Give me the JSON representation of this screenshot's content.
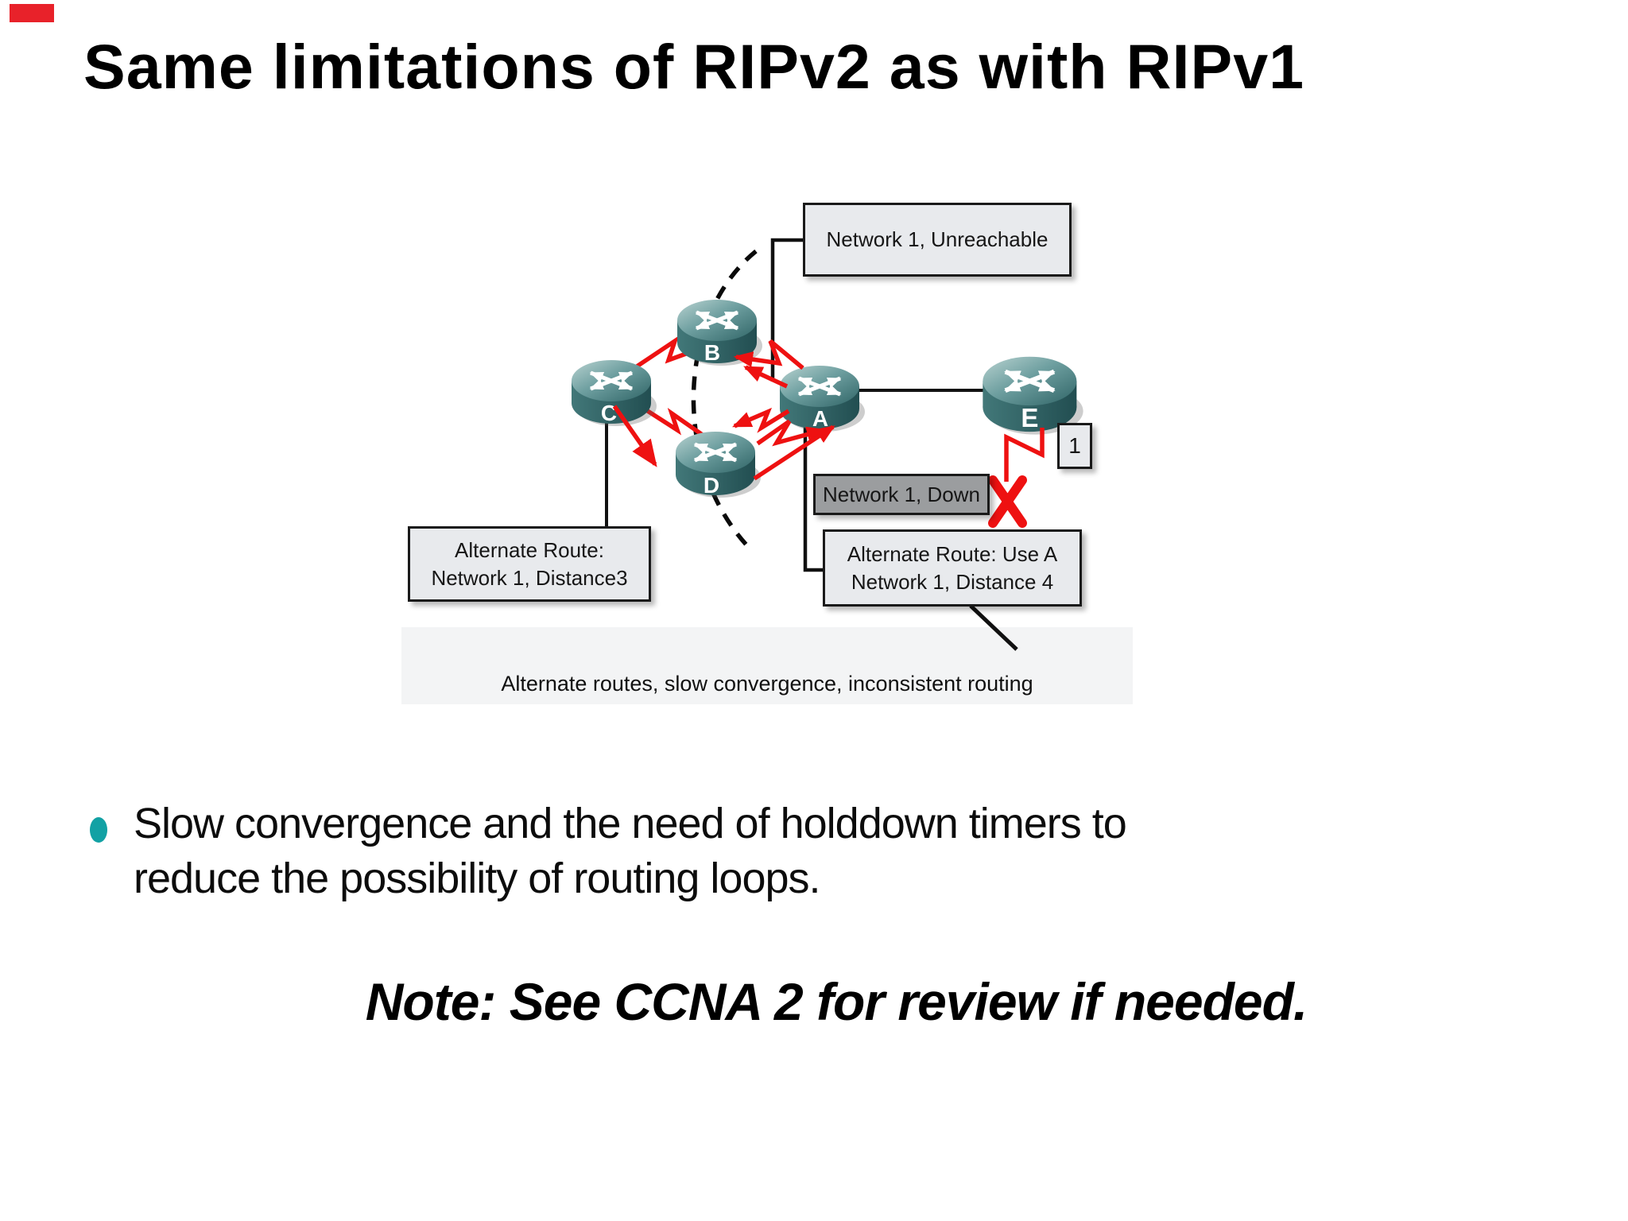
{
  "slide": {
    "title": "Same limitations of RIPv2 as with RIPv1",
    "bullet": "Slow convergence and the need of holddown timers to reduce the possibility of routing loops.",
    "note": "Note: See CCNA 2 for review if needed."
  },
  "diagram": {
    "caption": "Alternate routes, slow convergence, inconsistent routing",
    "callout_unreachable": "Network 1, Unreachable",
    "callout_down": "Network 1, Down",
    "interface_label": "1",
    "alt_route_c": {
      "line1": "Alternate Route:",
      "line2": "Network 1, Distance3"
    },
    "alt_route_a": {
      "line1": "Alternate Route: Use A",
      "line2": "Network 1, Distance 4"
    },
    "routers": [
      {
        "label": "B"
      },
      {
        "label": "C"
      },
      {
        "label": "A"
      },
      {
        "label": "D"
      },
      {
        "label": "E"
      }
    ],
    "colors": {
      "router_body": "#326a6c",
      "link_red": "#ee1111",
      "callout_light_bg": "#e8eaed",
      "callout_dark_bg": "#9b9d9f",
      "band_bg": "#f3f4f5",
      "bullet_dot": "#12a1a4",
      "corner_marker": "#e8222a"
    }
  }
}
